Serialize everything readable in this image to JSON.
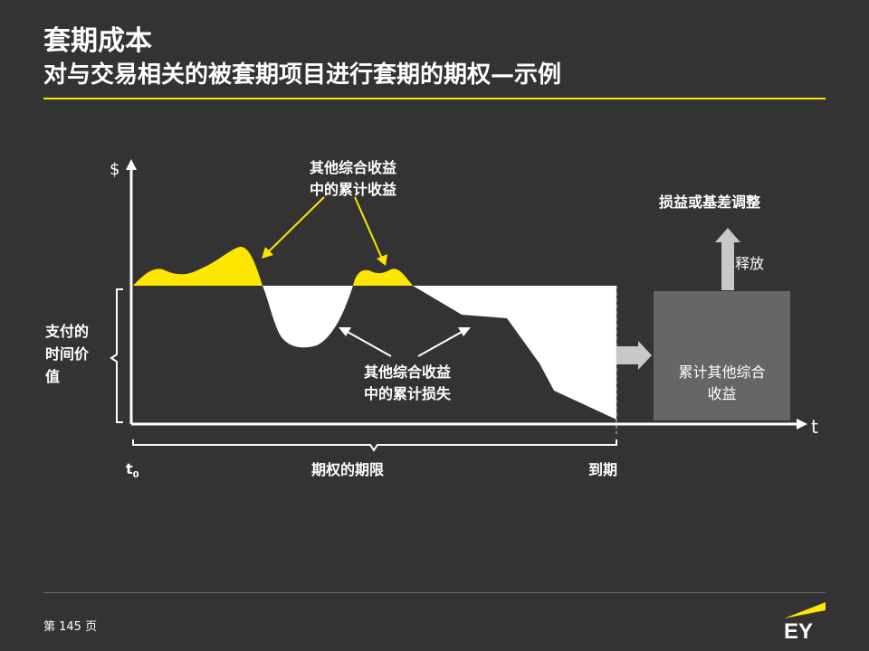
{
  "title": "套期成本",
  "subtitle": "对与交易相关的被套期项目进行套期的期权—示例",
  "diagram": {
    "y_axis_label": "$",
    "x_axis_label": "t",
    "time_value_label": "支付的\n时间价\n值",
    "gain_label": "其他综合收益\n中的累计收益",
    "loss_label": "其他综合收益\n中的累计损失",
    "t0_main": "t",
    "t0_sub": "0",
    "period_label": "期权的期限",
    "maturity_label": "到期",
    "box_label": "累计其他综合\n收益",
    "release_label": "释放",
    "target_label": "损益或基差调整",
    "colors": {
      "gain": "#ffe600",
      "loss": "#ffffff",
      "box": "#666666",
      "arrow": "#c8c8c8"
    }
  },
  "footer": {
    "page_label": "第 145 页",
    "logo_text": "EY"
  }
}
